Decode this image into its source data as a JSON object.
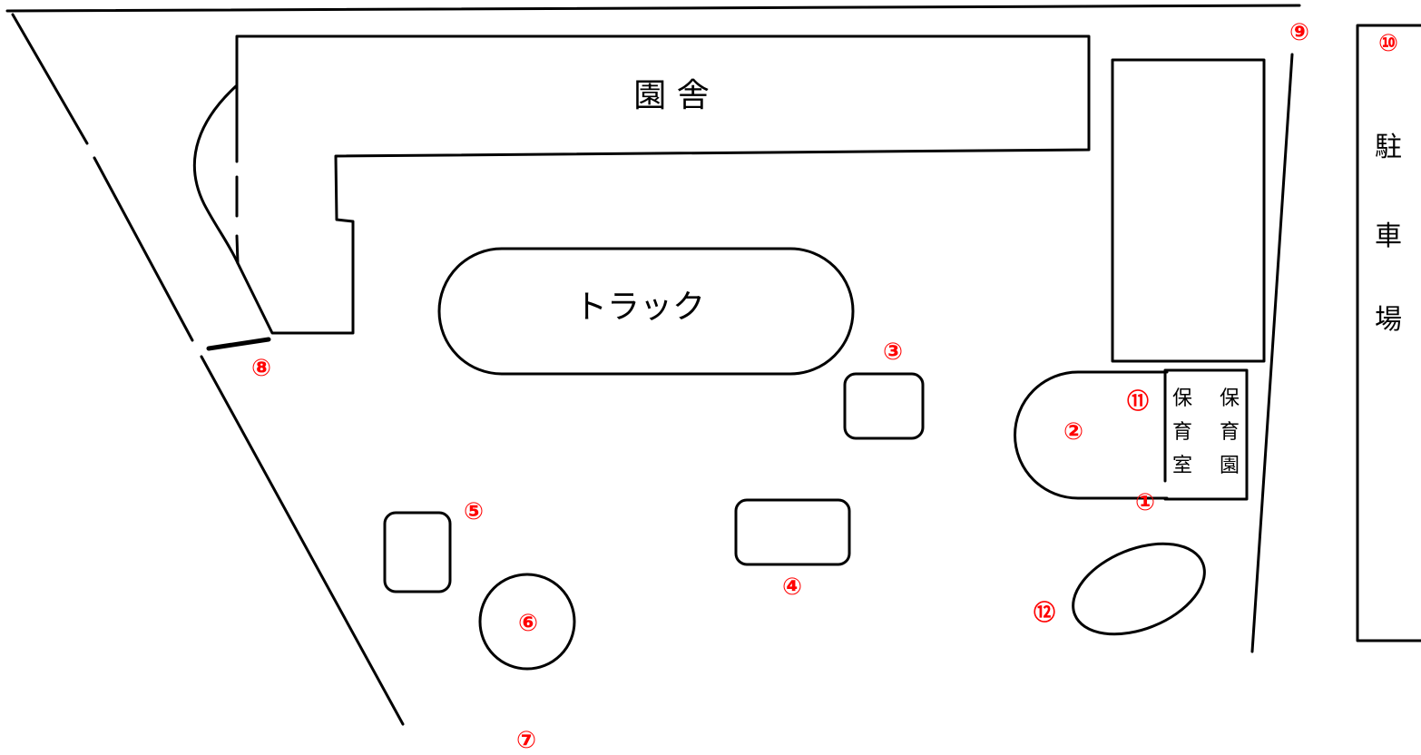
{
  "map": {
    "building_label": "園 舎",
    "track_label": "トラック",
    "parking_label": [
      "駐",
      "車",
      "場"
    ],
    "nursery_room_label": [
      "保",
      "育",
      "室"
    ],
    "nursery_school_label": [
      "保",
      "育",
      "園"
    ]
  },
  "markers": {
    "m1": "①",
    "m2": "②",
    "m3": "③",
    "m4": "④",
    "m5": "⑤",
    "m6": "⑥",
    "m7": "⑦",
    "m8": "⑧",
    "m9": "⑨",
    "m10": "⑩",
    "m11": "⑪",
    "m12": "⑫"
  },
  "colors": {
    "line": "#000000",
    "marker": "#ff0000",
    "background": "#ffffff"
  }
}
